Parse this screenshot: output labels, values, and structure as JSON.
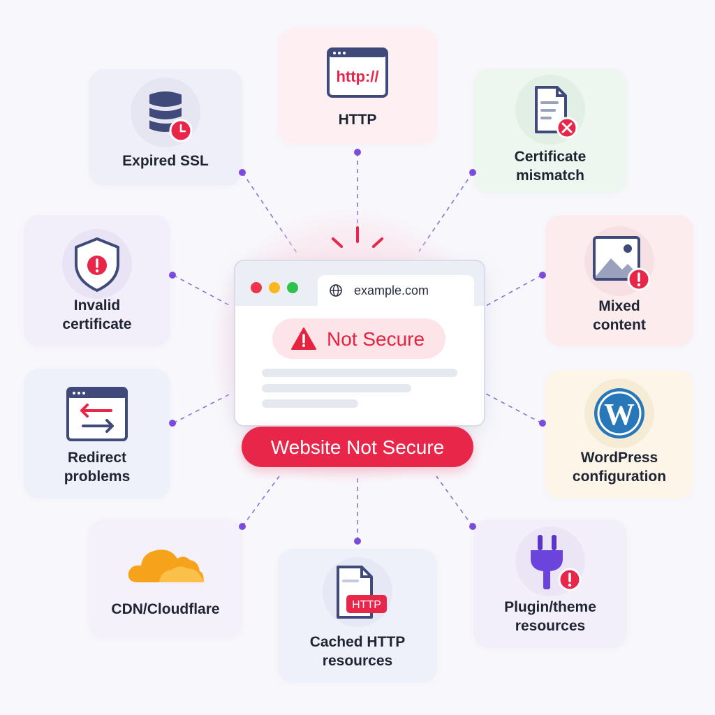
{
  "center": {
    "url": "example.com",
    "badge": "Not Secure",
    "banner": "Website Not Secure"
  },
  "colors": {
    "accent_red": "#e8264a",
    "connector_purple": "#7c4ddc",
    "icon_navy": "#3f4a7a"
  },
  "causes": [
    {
      "label": "Expired SSL",
      "icon": "database-clock-icon"
    },
    {
      "label": "HTTP",
      "icon": "http-browser-icon"
    },
    {
      "label": "Certificate\nmismatch",
      "icon": "document-x-icon"
    },
    {
      "label": "Invalid\ncertificate",
      "icon": "shield-alert-icon"
    },
    {
      "label": "Mixed\ncontent",
      "icon": "image-alert-icon"
    },
    {
      "label": "Redirect\nproblems",
      "icon": "redirect-arrows-icon"
    },
    {
      "label": "WordPress\nconfiguration",
      "icon": "wordpress-icon"
    },
    {
      "label": "CDN/Cloudflare",
      "icon": "cloud-icon"
    },
    {
      "label": "Cached HTTP\nresources",
      "icon": "http-file-icon"
    },
    {
      "label": "Plugin/theme\nresources",
      "icon": "plug-alert-icon"
    }
  ],
  "icon_texts": {
    "http_browser": "http://",
    "http_file": "HTTP",
    "wordpress": "W"
  }
}
